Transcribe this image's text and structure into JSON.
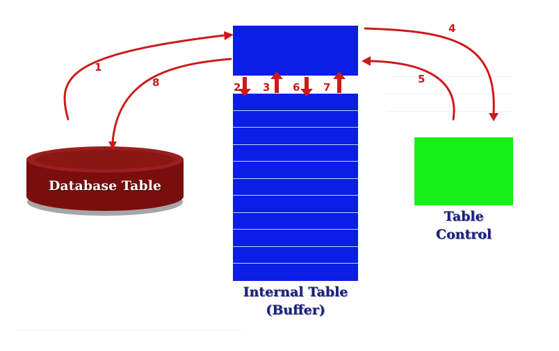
{
  "labels": {
    "database_table": "Database Table",
    "internal_table_line1": "Internal Table",
    "internal_table_line2": "(Buffer)",
    "table_control_line1": "Table",
    "table_control_line2": "Control"
  },
  "steps": [
    "1",
    "2",
    "3",
    "4",
    "5",
    "6",
    "7",
    "8"
  ],
  "colors": {
    "buffer_blue": "#0a1ee6",
    "table_control_green": "#16f016",
    "database_maroon": "#7a0d0d",
    "arrow_red": "#cc1a1a",
    "label_navy": "#1a1f7a"
  },
  "icons": {
    "database": "database-cylinder-icon",
    "arrow_down": "arrow-down-icon",
    "arrow_up": "arrow-up-icon"
  }
}
